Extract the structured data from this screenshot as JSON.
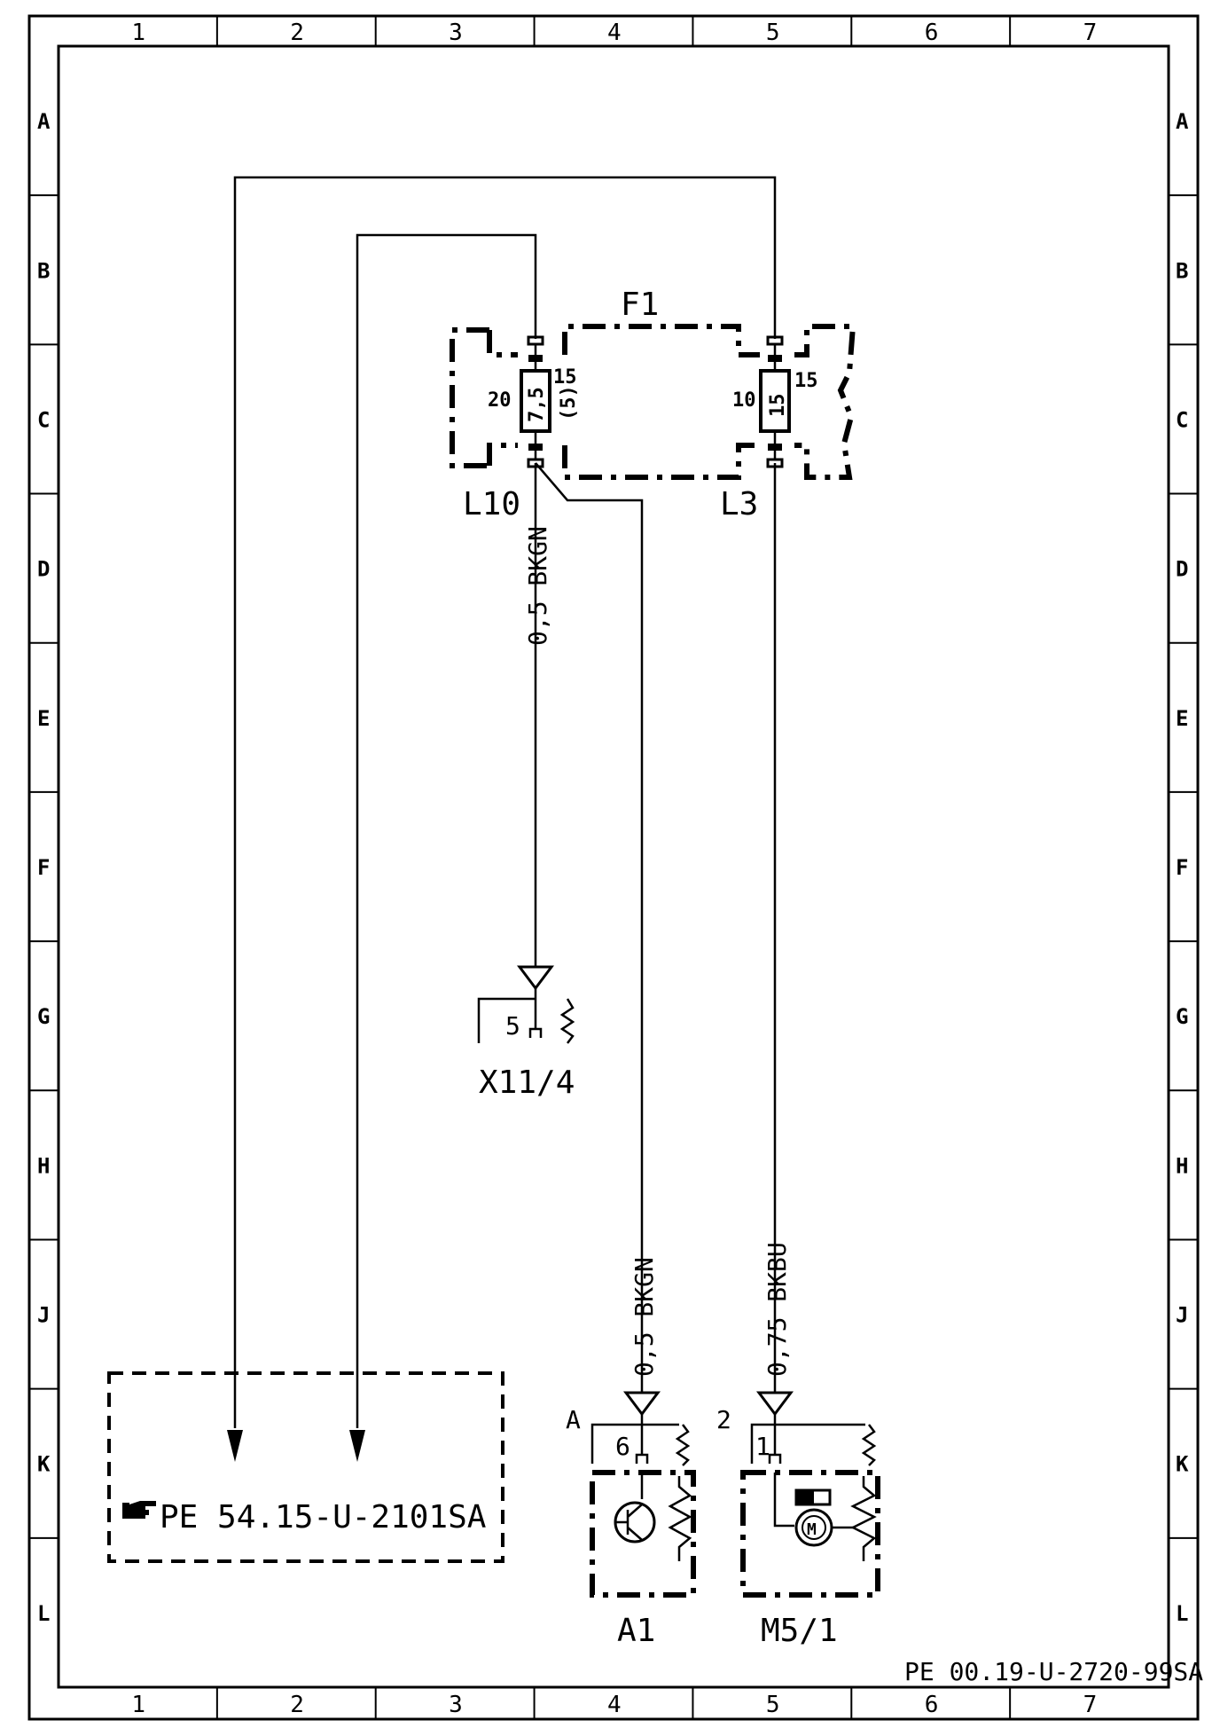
{
  "frame": {
    "columns": [
      "1",
      "2",
      "3",
      "4",
      "5",
      "6",
      "7"
    ],
    "rows": [
      "A",
      "B",
      "C",
      "D",
      "E",
      "F",
      "G",
      "H",
      "J",
      "K",
      "L"
    ]
  },
  "fuse_box": {
    "label": "F1",
    "left_slot": {
      "label": "L10",
      "fuse_number": "20",
      "rating": "7,5",
      "terminal": "15",
      "alt_terminal": "(5)"
    },
    "right_slot": {
      "label": "L3",
      "fuse_number": "10",
      "rating": "15",
      "terminal": "15"
    }
  },
  "wires": {
    "to_x11": "0,5 BKGN",
    "to_a1": "0,5 BKGN",
    "to_m5": "0,75 BKBU"
  },
  "connectors": {
    "x11": {
      "label": "X11/4",
      "pin": "5"
    },
    "a1": {
      "label": "A1",
      "pin": "6",
      "side": "A"
    },
    "m5": {
      "label": "M5/1",
      "pin": "1",
      "side": "2"
    }
  },
  "reference_box": {
    "icon": "pointing-hand-icon",
    "text": "PE 54.15-U-2101SA"
  },
  "drawing_number": "PE 00.19-U-2720-99SA",
  "colors": {
    "line": "#000000",
    "background": "#ffffff"
  }
}
